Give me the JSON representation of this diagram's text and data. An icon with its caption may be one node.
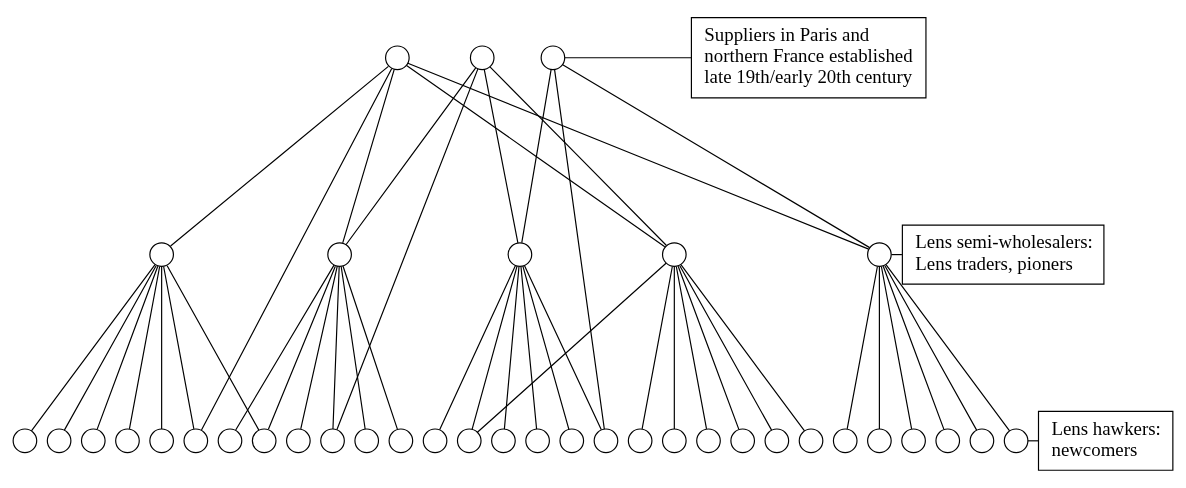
{
  "diagram": {
    "nodes": [
      {
        "text": [],
        "shape": "circle"
      },
      {
        "text": [],
        "shape": "circle"
      },
      {
        "text": [],
        "shape": "circle"
      },
      {
        "text": [],
        "shape": "circle"
      },
      {
        "text": [],
        "shape": "circle"
      },
      {
        "text": [],
        "shape": "circle"
      },
      {
        "text": [],
        "shape": "circle"
      },
      {
        "text": [],
        "shape": "circle"
      },
      {
        "text": [],
        "shape": "circle"
      },
      {
        "text": [],
        "shape": "circle"
      },
      {
        "text": [],
        "shape": "circle"
      },
      {
        "text": [],
        "shape": "circle"
      },
      {
        "text": [],
        "shape": "circle"
      },
      {
        "text": [],
        "shape": "circle"
      },
      {
        "text": [],
        "shape": "circle"
      },
      {
        "text": [],
        "shape": "circle"
      },
      {
        "text": [],
        "shape": "circle"
      },
      {
        "text": [],
        "shape": "circle"
      },
      {
        "text": [],
        "shape": "circle"
      },
      {
        "text": [],
        "shape": "circle"
      },
      {
        "text": [],
        "shape": "circle"
      },
      {
        "text": [],
        "shape": "circle"
      },
      {
        "text": [],
        "shape": "circle"
      },
      {
        "text": [],
        "shape": "circle"
      },
      {
        "text": [],
        "shape": "circle"
      },
      {
        "text": [],
        "shape": "circle"
      },
      {
        "text": [],
        "shape": "circle"
      },
      {
        "text": [],
        "shape": "circle"
      },
      {
        "text": [],
        "shape": "circle"
      },
      {
        "text": [],
        "shape": "circle"
      },
      {
        "text": [],
        "shape": "circle"
      },
      {
        "text": [],
        "shape": "circle"
      },
      {
        "text": [],
        "shape": "circle"
      },
      {
        "text": [],
        "shape": "circle"
      },
      {
        "text": [],
        "shape": "circle"
      },
      {
        "text": [],
        "shape": "circle"
      },
      {
        "text": [],
        "shape": "circle"
      },
      {
        "text": [],
        "shape": "circle"
      },
      {
        "text": [
          "Suppliers in Paris and northern France established late 19th/early 20th century"
        ]
      },
      {
        "text": [
          "Lens semi-wholesalers: Lens traders, pioners"
        ]
      },
      {
        "text": [
          "Lens hawkers: newcomers"
        ]
      }
    ],
    "edges": [
      {
        "from": 0,
        "to": 3,
        "arrow": "none"
      },
      {
        "from": 0,
        "to": 13,
        "arrow": "none"
      },
      {
        "from": 0,
        "to": 4,
        "arrow": "none"
      },
      {
        "from": 0,
        "to": 6,
        "arrow": "none"
      },
      {
        "from": 0,
        "to": 7,
        "arrow": "none"
      },
      {
        "from": 1,
        "to": 4,
        "arrow": "none"
      },
      {
        "from": 1,
        "to": 17,
        "arrow": "none"
      },
      {
        "from": 1,
        "to": 5,
        "arrow": "none"
      },
      {
        "from": 1,
        "to": 6,
        "arrow": "none"
      },
      {
        "from": 2,
        "to": 5,
        "arrow": "none"
      },
      {
        "from": 2,
        "to": 25,
        "arrow": "none"
      },
      {
        "from": 2,
        "to": 7,
        "arrow": "none"
      },
      {
        "from": 3,
        "to": 8,
        "arrow": "none"
      },
      {
        "from": 3,
        "to": 9,
        "arrow": "none"
      },
      {
        "from": 3,
        "to": 10,
        "arrow": "none"
      },
      {
        "from": 3,
        "to": 11,
        "arrow": "none"
      },
      {
        "from": 3,
        "to": 12,
        "arrow": "none"
      },
      {
        "from": 3,
        "to": 13,
        "arrow": "none"
      },
      {
        "from": 3,
        "to": 15,
        "arrow": "none"
      },
      {
        "from": 4,
        "to": 14,
        "arrow": "none"
      },
      {
        "from": 4,
        "to": 15,
        "arrow": "none"
      },
      {
        "from": 4,
        "to": 16,
        "arrow": "none"
      },
      {
        "from": 4,
        "to": 17,
        "arrow": "none"
      },
      {
        "from": 4,
        "to": 18,
        "arrow": "none"
      },
      {
        "from": 4,
        "to": 19,
        "arrow": "none"
      },
      {
        "from": 5,
        "to": 20,
        "arrow": "none"
      },
      {
        "from": 5,
        "to": 21,
        "arrow": "none"
      },
      {
        "from": 5,
        "to": 22,
        "arrow": "none"
      },
      {
        "from": 5,
        "to": 23,
        "arrow": "none"
      },
      {
        "from": 5,
        "to": 24,
        "arrow": "none"
      },
      {
        "from": 5,
        "to": 25,
        "arrow": "none"
      },
      {
        "from": 6,
        "to": 26,
        "arrow": "none"
      },
      {
        "from": 6,
        "to": 27,
        "arrow": "none"
      },
      {
        "from": 6,
        "to": 28,
        "arrow": "none"
      },
      {
        "from": 6,
        "to": 29,
        "arrow": "none"
      },
      {
        "from": 6,
        "to": 30,
        "arrow": "none"
      },
      {
        "from": 6,
        "to": 31,
        "arrow": "none"
      },
      {
        "from": 6,
        "to": 21,
        "arrow": "none"
      },
      {
        "from": 7,
        "to": 32,
        "arrow": "none"
      },
      {
        "from": 7,
        "to": 33,
        "arrow": "none"
      },
      {
        "from": 7,
        "to": 34,
        "arrow": "none"
      },
      {
        "from": 7,
        "to": 35,
        "arrow": "none"
      },
      {
        "from": 7,
        "to": 36,
        "arrow": "none"
      },
      {
        "from": 7,
        "to": 37,
        "arrow": "none"
      },
      {
        "from": 38,
        "to": 2,
        "arrow": "none"
      },
      {
        "from": 39,
        "to": 7,
        "arrow": "none"
      },
      {
        "from": 40,
        "to": 37,
        "arrow": "none"
      }
    ]
  }
}
